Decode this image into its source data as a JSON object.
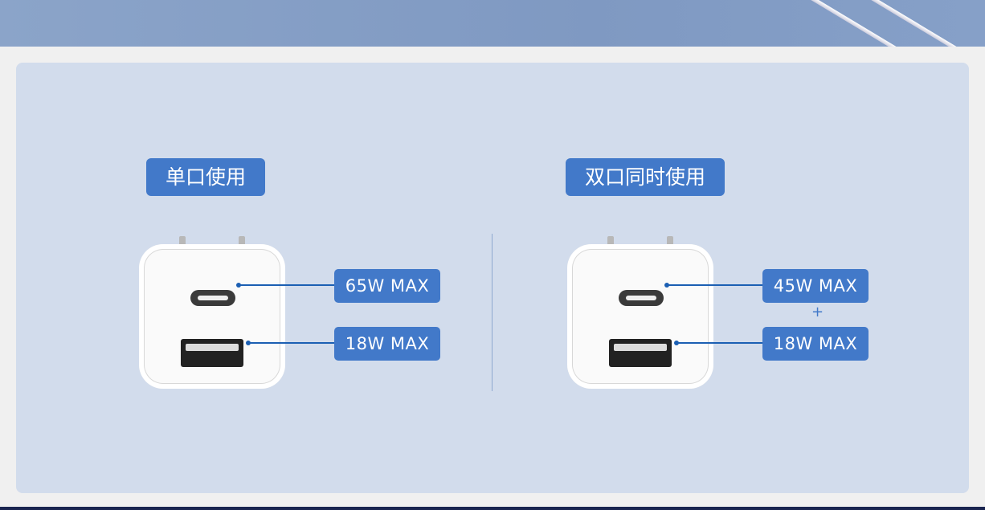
{
  "single_port": {
    "title": "单口使用",
    "usb_c": "65W MAX",
    "usb_a": "18W MAX"
  },
  "dual_port": {
    "title": "双口同时使用",
    "usb_c": "45W MAX",
    "plus": "+",
    "usb_a": "18W MAX"
  },
  "colors": {
    "accent": "#4279c9",
    "panel": "#d2dcec",
    "banner": "#8ba4c9"
  }
}
